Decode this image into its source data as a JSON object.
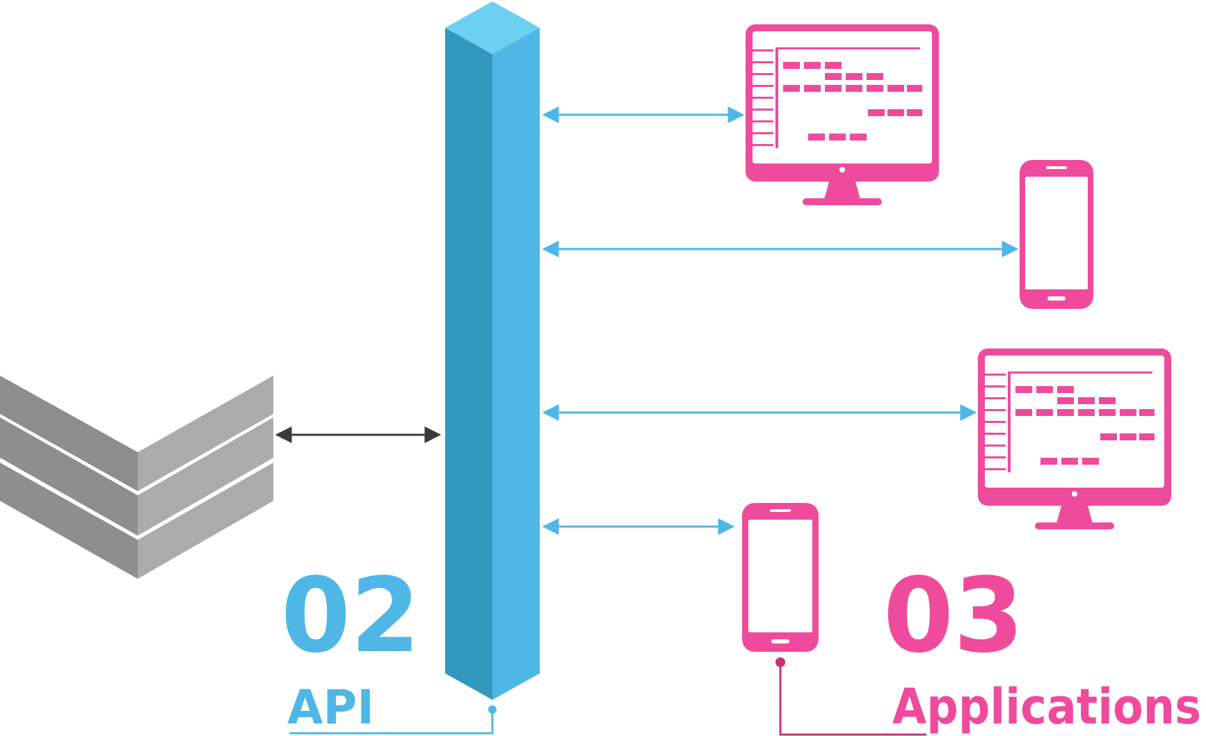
{
  "labels": {
    "api_number": "02",
    "api_label": "API",
    "apps_number": "03",
    "apps_label": "Applications"
  },
  "colors": {
    "api_blue": "#4fb7e6",
    "api_blue_dark": "#3197bd",
    "api_blue_top": "#6dcff2",
    "app_pink": "#ee4b9c",
    "layer_gray_light": "#ababab",
    "layer_gray_dark": "#8e8e8e",
    "connector_dark": "#3a3a3a"
  },
  "nodes": [
    {
      "name": "layered-stack",
      "icon": "stacked-layers-icon"
    },
    {
      "name": "api-pillar",
      "icon": "pillar-icon"
    },
    {
      "name": "desktop-monitor-1",
      "icon": "desktop-monitor-icon"
    },
    {
      "name": "mobile-phone-1",
      "icon": "mobile-phone-icon"
    },
    {
      "name": "desktop-monitor-2",
      "icon": "desktop-monitor-icon"
    },
    {
      "name": "mobile-phone-2",
      "icon": "mobile-phone-icon"
    }
  ]
}
